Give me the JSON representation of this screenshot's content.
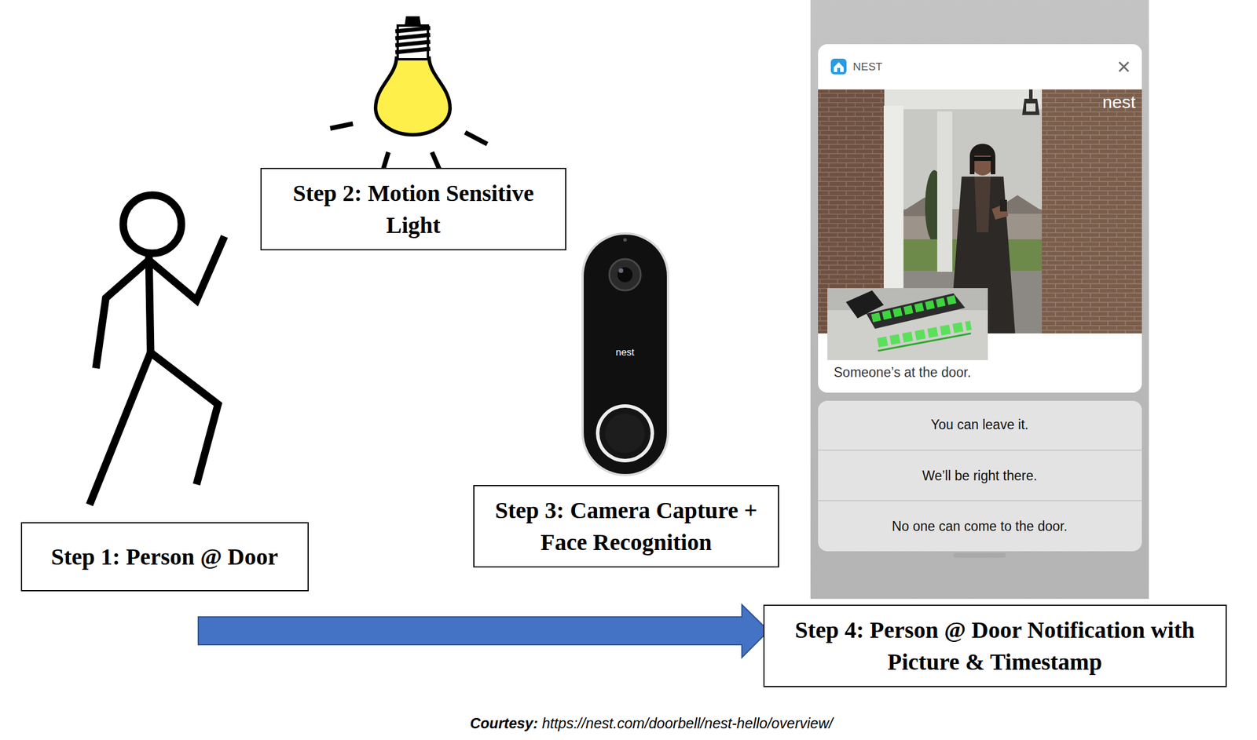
{
  "diagram": {
    "nodes": [
      {
        "text": [
          "Step 1: Person @ Door"
        ]
      },
      {
        "text": [
          "Step 2: Motion Sensitive Light"
        ]
      },
      {
        "text": [
          "Step 3: Camera Capture + Face Recognition"
        ]
      },
      {
        "text": [
          "Step 4: Person @ Door Notification with Picture & Timestamp"
        ]
      }
    ],
    "labels": [
      "nest",
      "NEST",
      "nest",
      "Someone’s at the door.",
      "You can leave it.",
      "We’ll be right there.",
      "No one can come to the door.",
      "Courtesy:",
      "https://nest.com/doorbell/nest-hello/overview/"
    ]
  }
}
